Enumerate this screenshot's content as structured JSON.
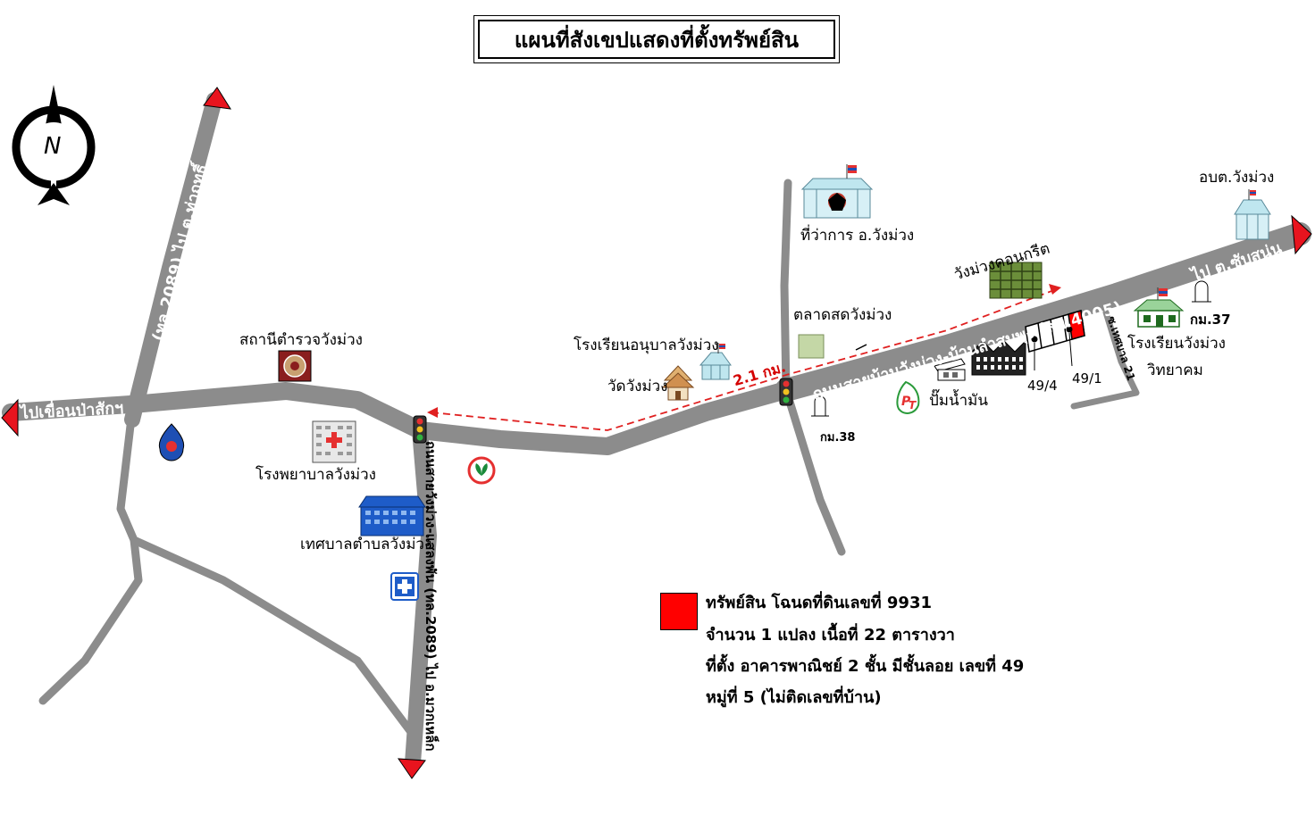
{
  "title": "แผนที่สังเขปแสดงที่ตั้งทรัพย์สิน",
  "compass_letter": "N",
  "roads": {
    "to_pasak_dam": "ไปเขื่อนป่าสักฯ",
    "north_road": "(ทล.2089) ไป ต.ท่าฤทธิ์",
    "to_sap_son": "ไป ต.ซับสนุ่น",
    "main_road": "ถนนสายบ้านวังม่วง-บ้านลำสมพุง (สบ.4005)",
    "south_road": "ถนนสายวังม่วง-แสลงพัน (ทล.2089) ไป อ.มวกเหล็ก",
    "soi": "ซ.เทศบาล 21"
  },
  "places": {
    "police": "สถานีตำรวจวังม่วง",
    "hospital": "โรงพยาบาลวังม่วง",
    "municipality": "เทศบาลตำบลวังม่วง",
    "kindergarten": "โรงเรียนอนุบาลวังม่วง",
    "temple": "วัดวังม่วง",
    "market": "ตลาดสดวังม่วง",
    "district_office": "ที่ว่าการ อ.วังม่วง",
    "concrete": "วังม่วงคอนกรีต",
    "sao": "อบต.วังม่วง",
    "school_line1": "โรงเรียนวังม่วง",
    "school_line2": "วิทยาคม",
    "gas_station": "ปั๊มน้ำมัน",
    "km37": "กม.37",
    "km38": "กม.38",
    "house_49_4": "49/4",
    "house_49_1": "49/1"
  },
  "distance": "2.1 กม.",
  "legend": {
    "line1": "ทรัพย์สิน โฉนดที่ดินเลขที่ 9931",
    "line2": "จำนวน 1 แปลง เนื้อที่ 22 ตารางวา",
    "line3": "ที่ตั้ง อาคารพาณิชย์ 2 ชั้น มีชั้นลอย เลขที่ 49",
    "line4": "หมู่ที่ 5 (ไม่ติดเลขที่บ้าน)"
  },
  "colors": {
    "road": "#8c8c8c",
    "property": "#ff0000",
    "route": "#e02020",
    "arrow": "#e8141e",
    "building_blue": "#1e5cc8",
    "glass": "#a8dce8",
    "green_building": "#6b8e3a"
  },
  "icons": [
    "compass-icon",
    "police-seal-icon",
    "hospital-icon",
    "municipality-building-icon",
    "kindergarten-icon",
    "temple-icon",
    "market-icon",
    "district-office-icon",
    "concrete-factory-icon",
    "sao-office-icon",
    "school-icon",
    "gas-station-icon",
    "km-stone-icon",
    "traffic-light-icon",
    "bank-icon",
    "ptt-station-icon",
    "health-center-icon"
  ]
}
